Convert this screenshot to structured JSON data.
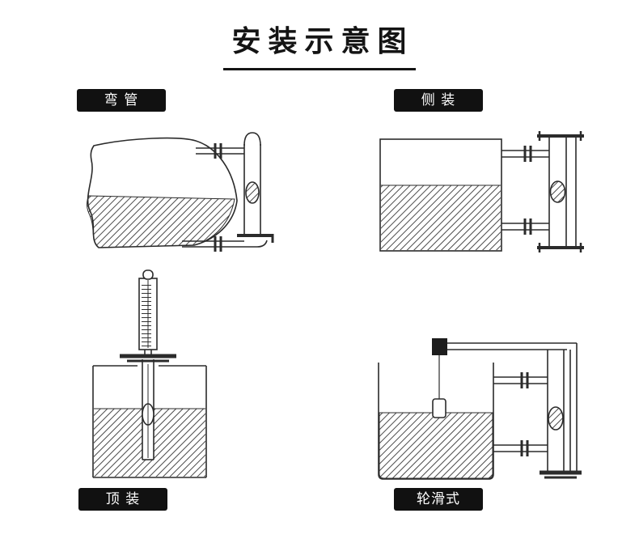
{
  "title": "安装示意图",
  "panels": {
    "bend": {
      "label": "弯 管"
    },
    "side": {
      "label": "侧 装"
    },
    "top": {
      "label": "顶 装"
    },
    "pulley": {
      "label": "轮滑式"
    }
  },
  "colors": {
    "line": "#2b2b2b",
    "label_bg": "#111111",
    "label_text": "#ffffff",
    "background": "#ffffff"
  }
}
